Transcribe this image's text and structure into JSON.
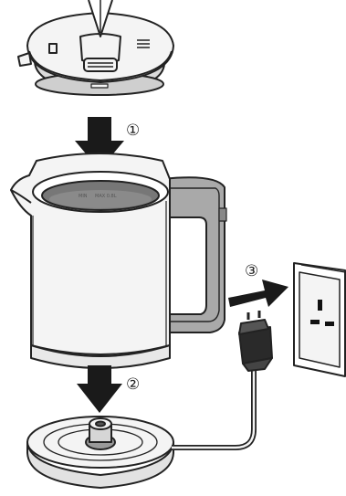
{
  "steps": [
    {
      "label": "①",
      "meaning": "place lid on kettle"
    },
    {
      "label": "②",
      "meaning": "place kettle on base"
    },
    {
      "label": "③",
      "meaning": "plug into wall socket"
    }
  ],
  "kettle": {
    "max_marking": "MAX 0.8L",
    "min_marking": "MIN"
  },
  "icons": [
    "lid-icon",
    "kettle-icon",
    "power-base-icon",
    "plug-icon",
    "wall-socket-icon",
    "arrow-icon"
  ],
  "colors": {
    "stroke": "#222222",
    "kettle_body": "#f4f4f4",
    "handle": "#a9a9a9",
    "arrow": "#1a1a1a"
  }
}
